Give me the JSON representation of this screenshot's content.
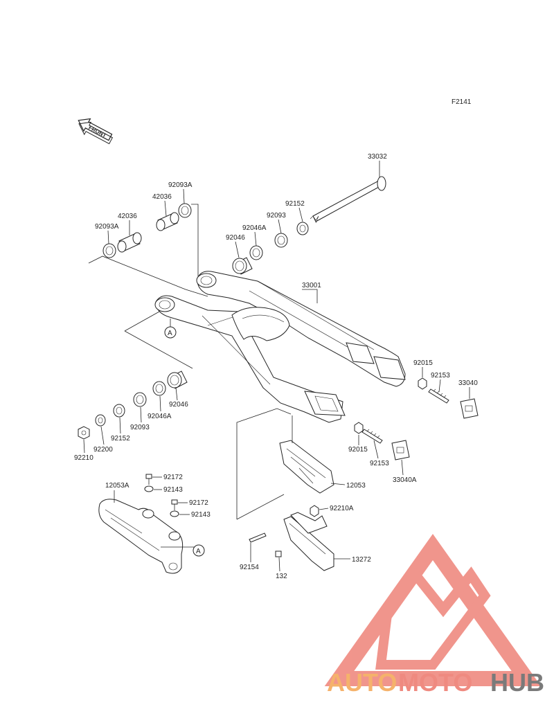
{
  "figure": {
    "code": "F2141"
  },
  "front_arrow": {
    "text": "FRONT"
  },
  "callout_marker": "A",
  "parts": [
    {
      "id": "33032"
    },
    {
      "id": "92152"
    },
    {
      "id": "92093"
    },
    {
      "id": "92046A"
    },
    {
      "id": "92046"
    },
    {
      "id": "92093A"
    },
    {
      "id": "42036"
    },
    {
      "id": "33001"
    },
    {
      "id": "92015"
    },
    {
      "id": "92153"
    },
    {
      "id": "33040"
    },
    {
      "id": "33040A"
    },
    {
      "id": "12053"
    },
    {
      "id": "92210"
    },
    {
      "id": "92200"
    },
    {
      "id": "92172"
    },
    {
      "id": "92143"
    },
    {
      "id": "12053A"
    },
    {
      "id": "92210A"
    },
    {
      "id": "92154"
    },
    {
      "id": "132"
    },
    {
      "id": "13272"
    }
  ],
  "labels": {
    "l33032": "33032",
    "l92093A_top": "92093A",
    "l42036_top": "42036",
    "l42036_left": "42036",
    "l92093A_left": "92093A",
    "l92152_top": "92152",
    "l92093_top": "92093",
    "l92046A_top": "92046A",
    "l92046_top": "92046",
    "l33001": "33001",
    "l92015_r": "92015",
    "l92153_r": "92153",
    "l33040": "33040",
    "l92046_bot": "92046",
    "l92046A_bot": "92046A",
    "l92093_bot": "92093",
    "l92152_bot": "92152",
    "l92200": "92200",
    "l92210": "92210",
    "l92015_m": "92015",
    "l92153_m": "92153",
    "l33040A": "33040A",
    "l12053": "12053",
    "l92172_a": "92172",
    "l92143_a": "92143",
    "l12053A": "12053A",
    "l92172_b": "92172",
    "l92143_b": "92143",
    "l92210A": "92210A",
    "l13272": "13272",
    "l92154": "92154",
    "l132": "132"
  },
  "watermark": {
    "word_1": "AUTO",
    "word_2": "MOTO",
    "word_3": "HUB",
    "color_1": "#f5b26b",
    "color_2": "#ef8a80",
    "color_3": "#7a7a7a",
    "logo_color": "#ef8a80"
  }
}
